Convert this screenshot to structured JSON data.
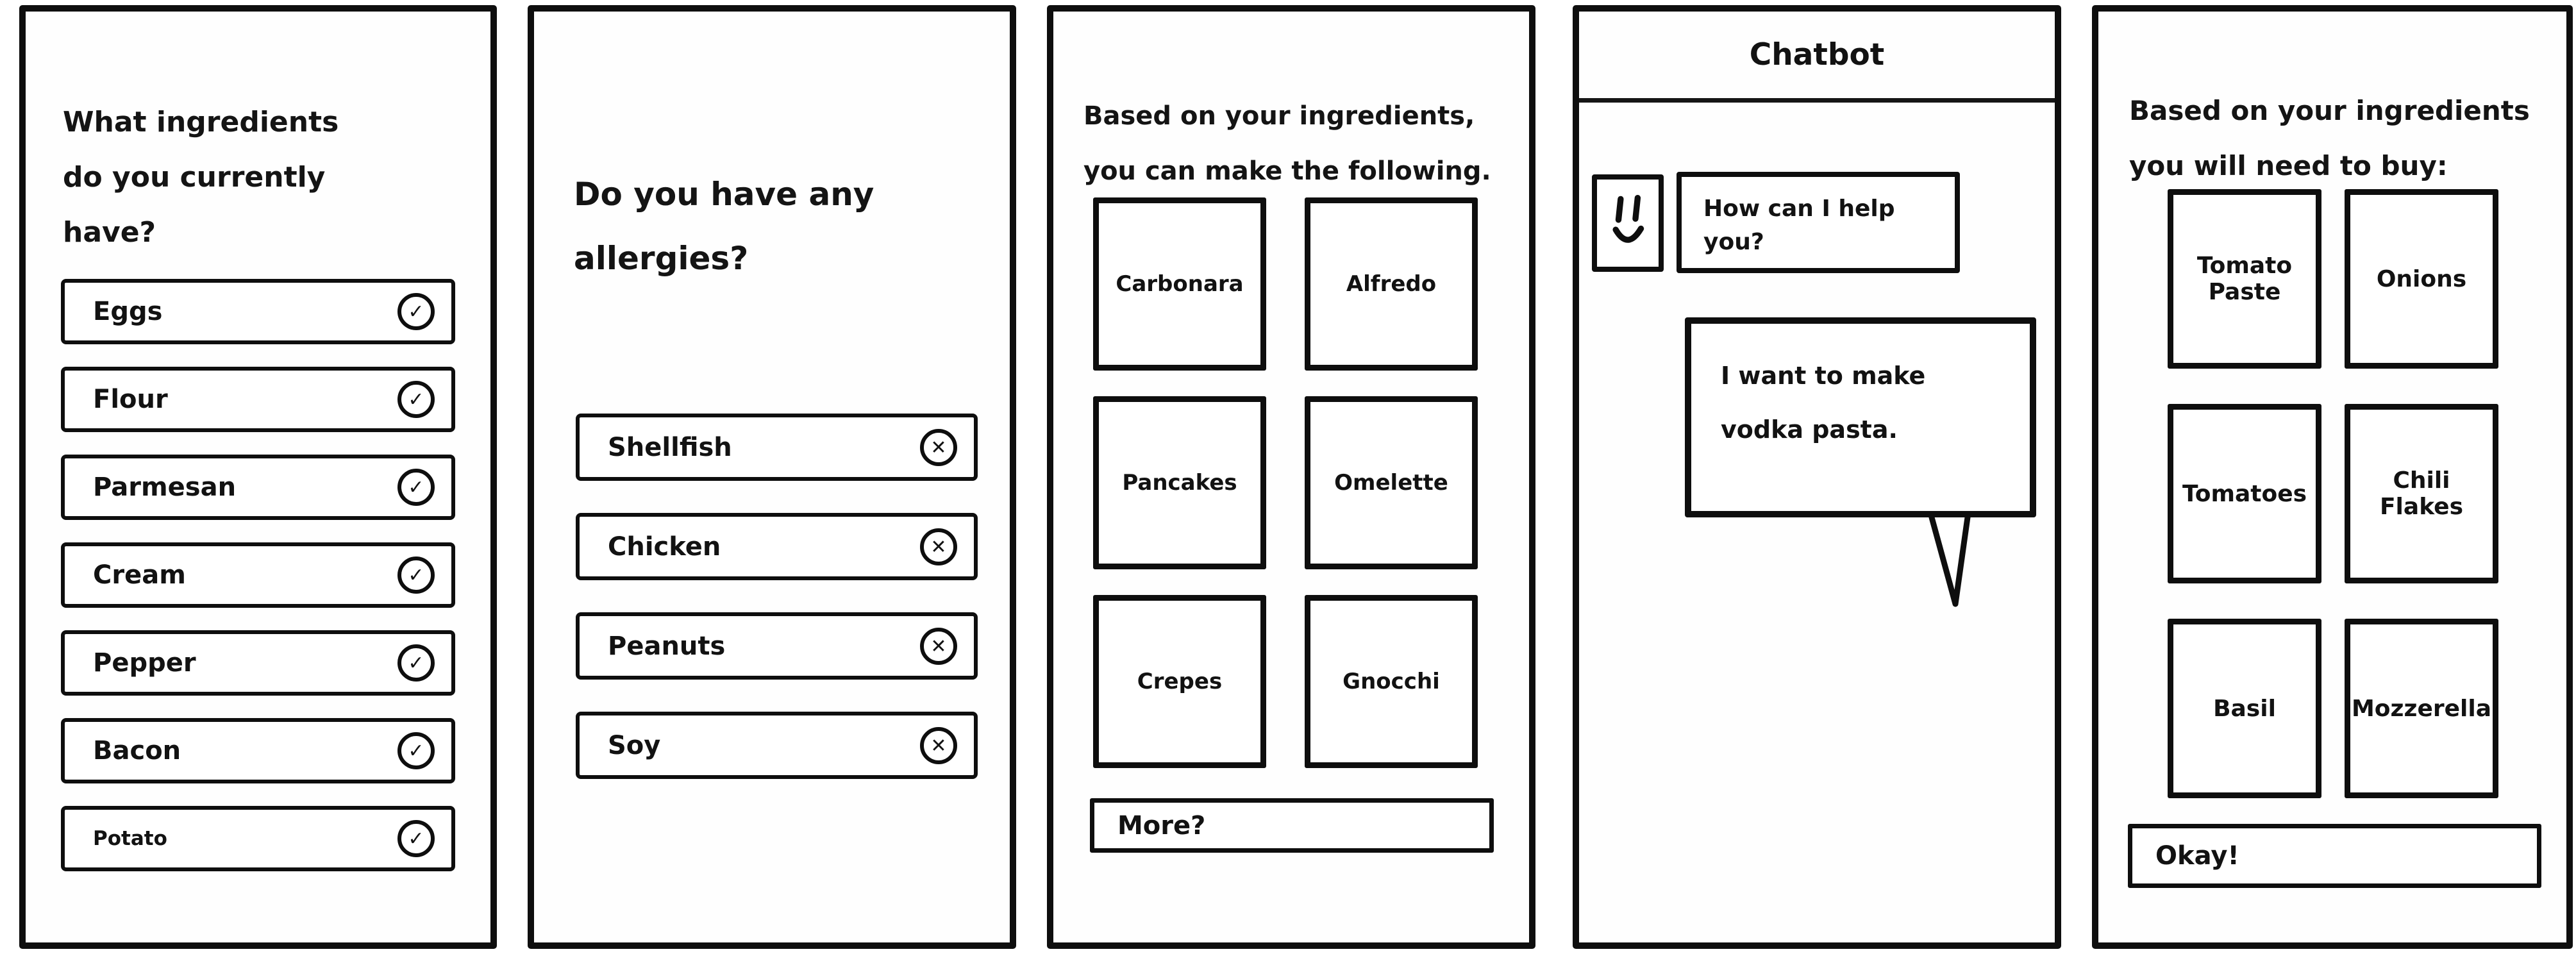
{
  "app": {
    "background": "#ffffff",
    "ink": "#111111"
  },
  "screens": {
    "pantry": {
      "heading": "What ingredients do you currently have?",
      "check_glyph": "✓",
      "items": [
        {
          "label": "Eggs"
        },
        {
          "label": "Flour"
        },
        {
          "label": "Parmesan"
        },
        {
          "label": "Cream"
        },
        {
          "label": "Pepper"
        },
        {
          "label": "Bacon"
        },
        {
          "label": "Potato"
        }
      ]
    },
    "allergies": {
      "heading": "Do you have any allergies?",
      "remove_glyph": "✕",
      "items": [
        {
          "label": "Shellfish"
        },
        {
          "label": "Chicken"
        },
        {
          "label": "Peanuts"
        },
        {
          "label": "Soy"
        }
      ]
    },
    "recipes": {
      "heading": "Based on your ingredients, you can make the following.",
      "cards": [
        {
          "label": "Carbonara"
        },
        {
          "label": "Alfredo"
        },
        {
          "label": "Pancakes"
        },
        {
          "label": "Omelette"
        },
        {
          "label": "Crepes"
        },
        {
          "label": "Gnocchi"
        }
      ],
      "more_button": "More?"
    },
    "chatbot": {
      "title": "Chatbot",
      "avatar": "smiley-face",
      "bot_message": "How can I help you?",
      "user_message": "I want to make vodka pasta."
    },
    "shopping": {
      "heading": "Based on your ingredients you will need to buy:",
      "cards": [
        {
          "label": "Tomato Paste"
        },
        {
          "label": "Onions"
        },
        {
          "label": "Tomatoes"
        },
        {
          "label": "Chili Flakes"
        },
        {
          "label": "Basil"
        },
        {
          "label": "Mozzerella"
        }
      ],
      "okay_button": "Okay!"
    }
  }
}
